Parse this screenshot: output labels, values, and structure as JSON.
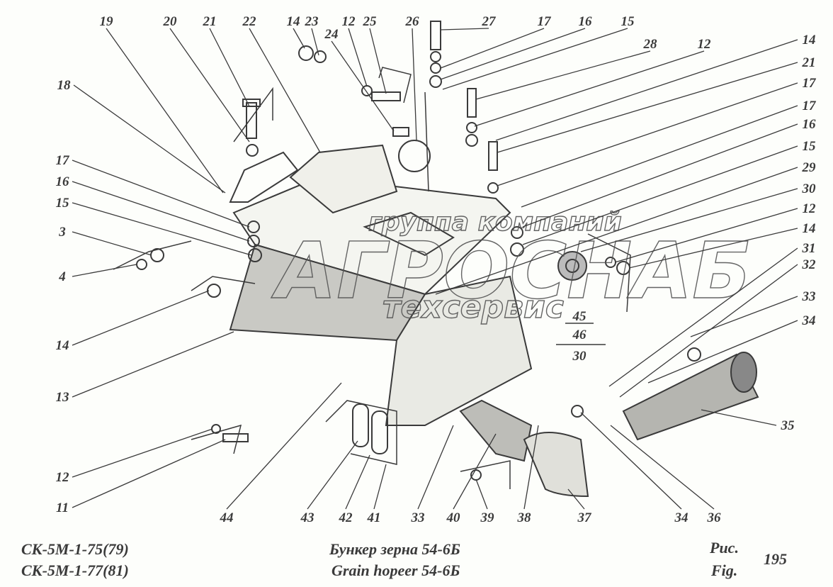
{
  "diagram": {
    "callouts": [
      "19",
      "20",
      "21",
      "22",
      "14",
      "23",
      "24",
      "12",
      "25",
      "26",
      "27",
      "17",
      "16",
      "15",
      "28",
      "12",
      "14",
      "21",
      "17",
      "17",
      "16",
      "15",
      "29",
      "30",
      "12",
      "14",
      "31",
      "32",
      "33",
      "34",
      "35",
      "18",
      "17",
      "16",
      "15",
      "3",
      "4",
      "14",
      "13",
      "12",
      "11",
      "44",
      "43",
      "42",
      "41",
      "33",
      "40",
      "39",
      "38",
      "37",
      "34",
      "36"
    ],
    "fraction_callout": {
      "top": "45",
      "middle": "46",
      "bottom": "30"
    },
    "watermark": {
      "line1": "группа компаний",
      "line2": "АГРОСНАБ",
      "line3": "техсервис"
    },
    "line_color": "#3a3a3a"
  },
  "footer": {
    "model_1": "СК-5М-1-75(79)",
    "model_2": "СК-5М-1-77(81)",
    "title_ru": "Бункер зерна 54-6Б",
    "title_en": "Grain hopeer 54-6Б",
    "fig_ru": "Рис.",
    "fig_en": "Fig.",
    "fig_number": "195"
  }
}
